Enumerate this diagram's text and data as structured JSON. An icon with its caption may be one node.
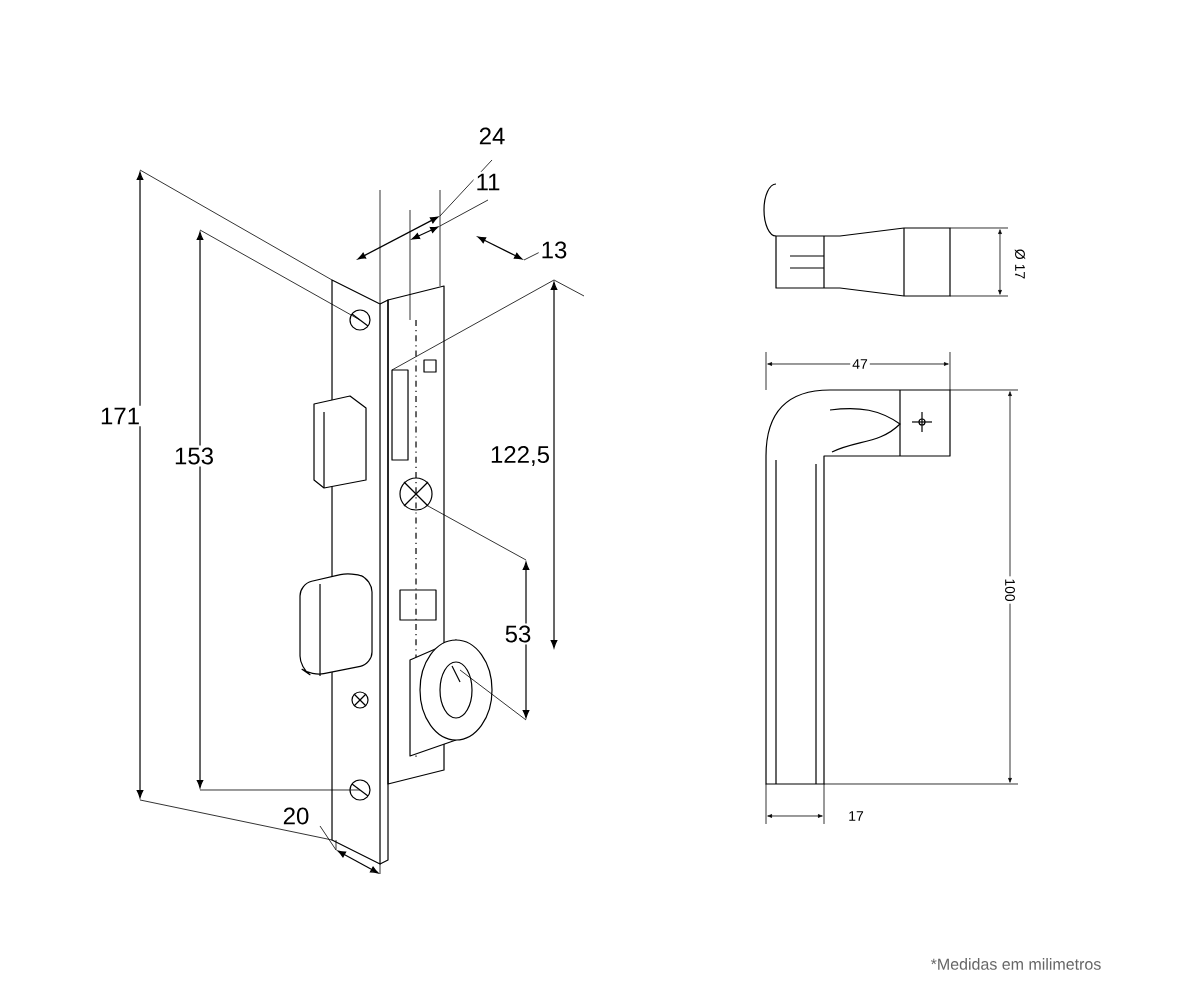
{
  "diagram": {
    "labels": [
      "24",
      "11",
      "13",
      "Ø 17",
      "47",
      "171",
      "153",
      "122,5",
      "53",
      "100",
      "20",
      "17",
      "*Medidas em milimetros"
    ]
  }
}
